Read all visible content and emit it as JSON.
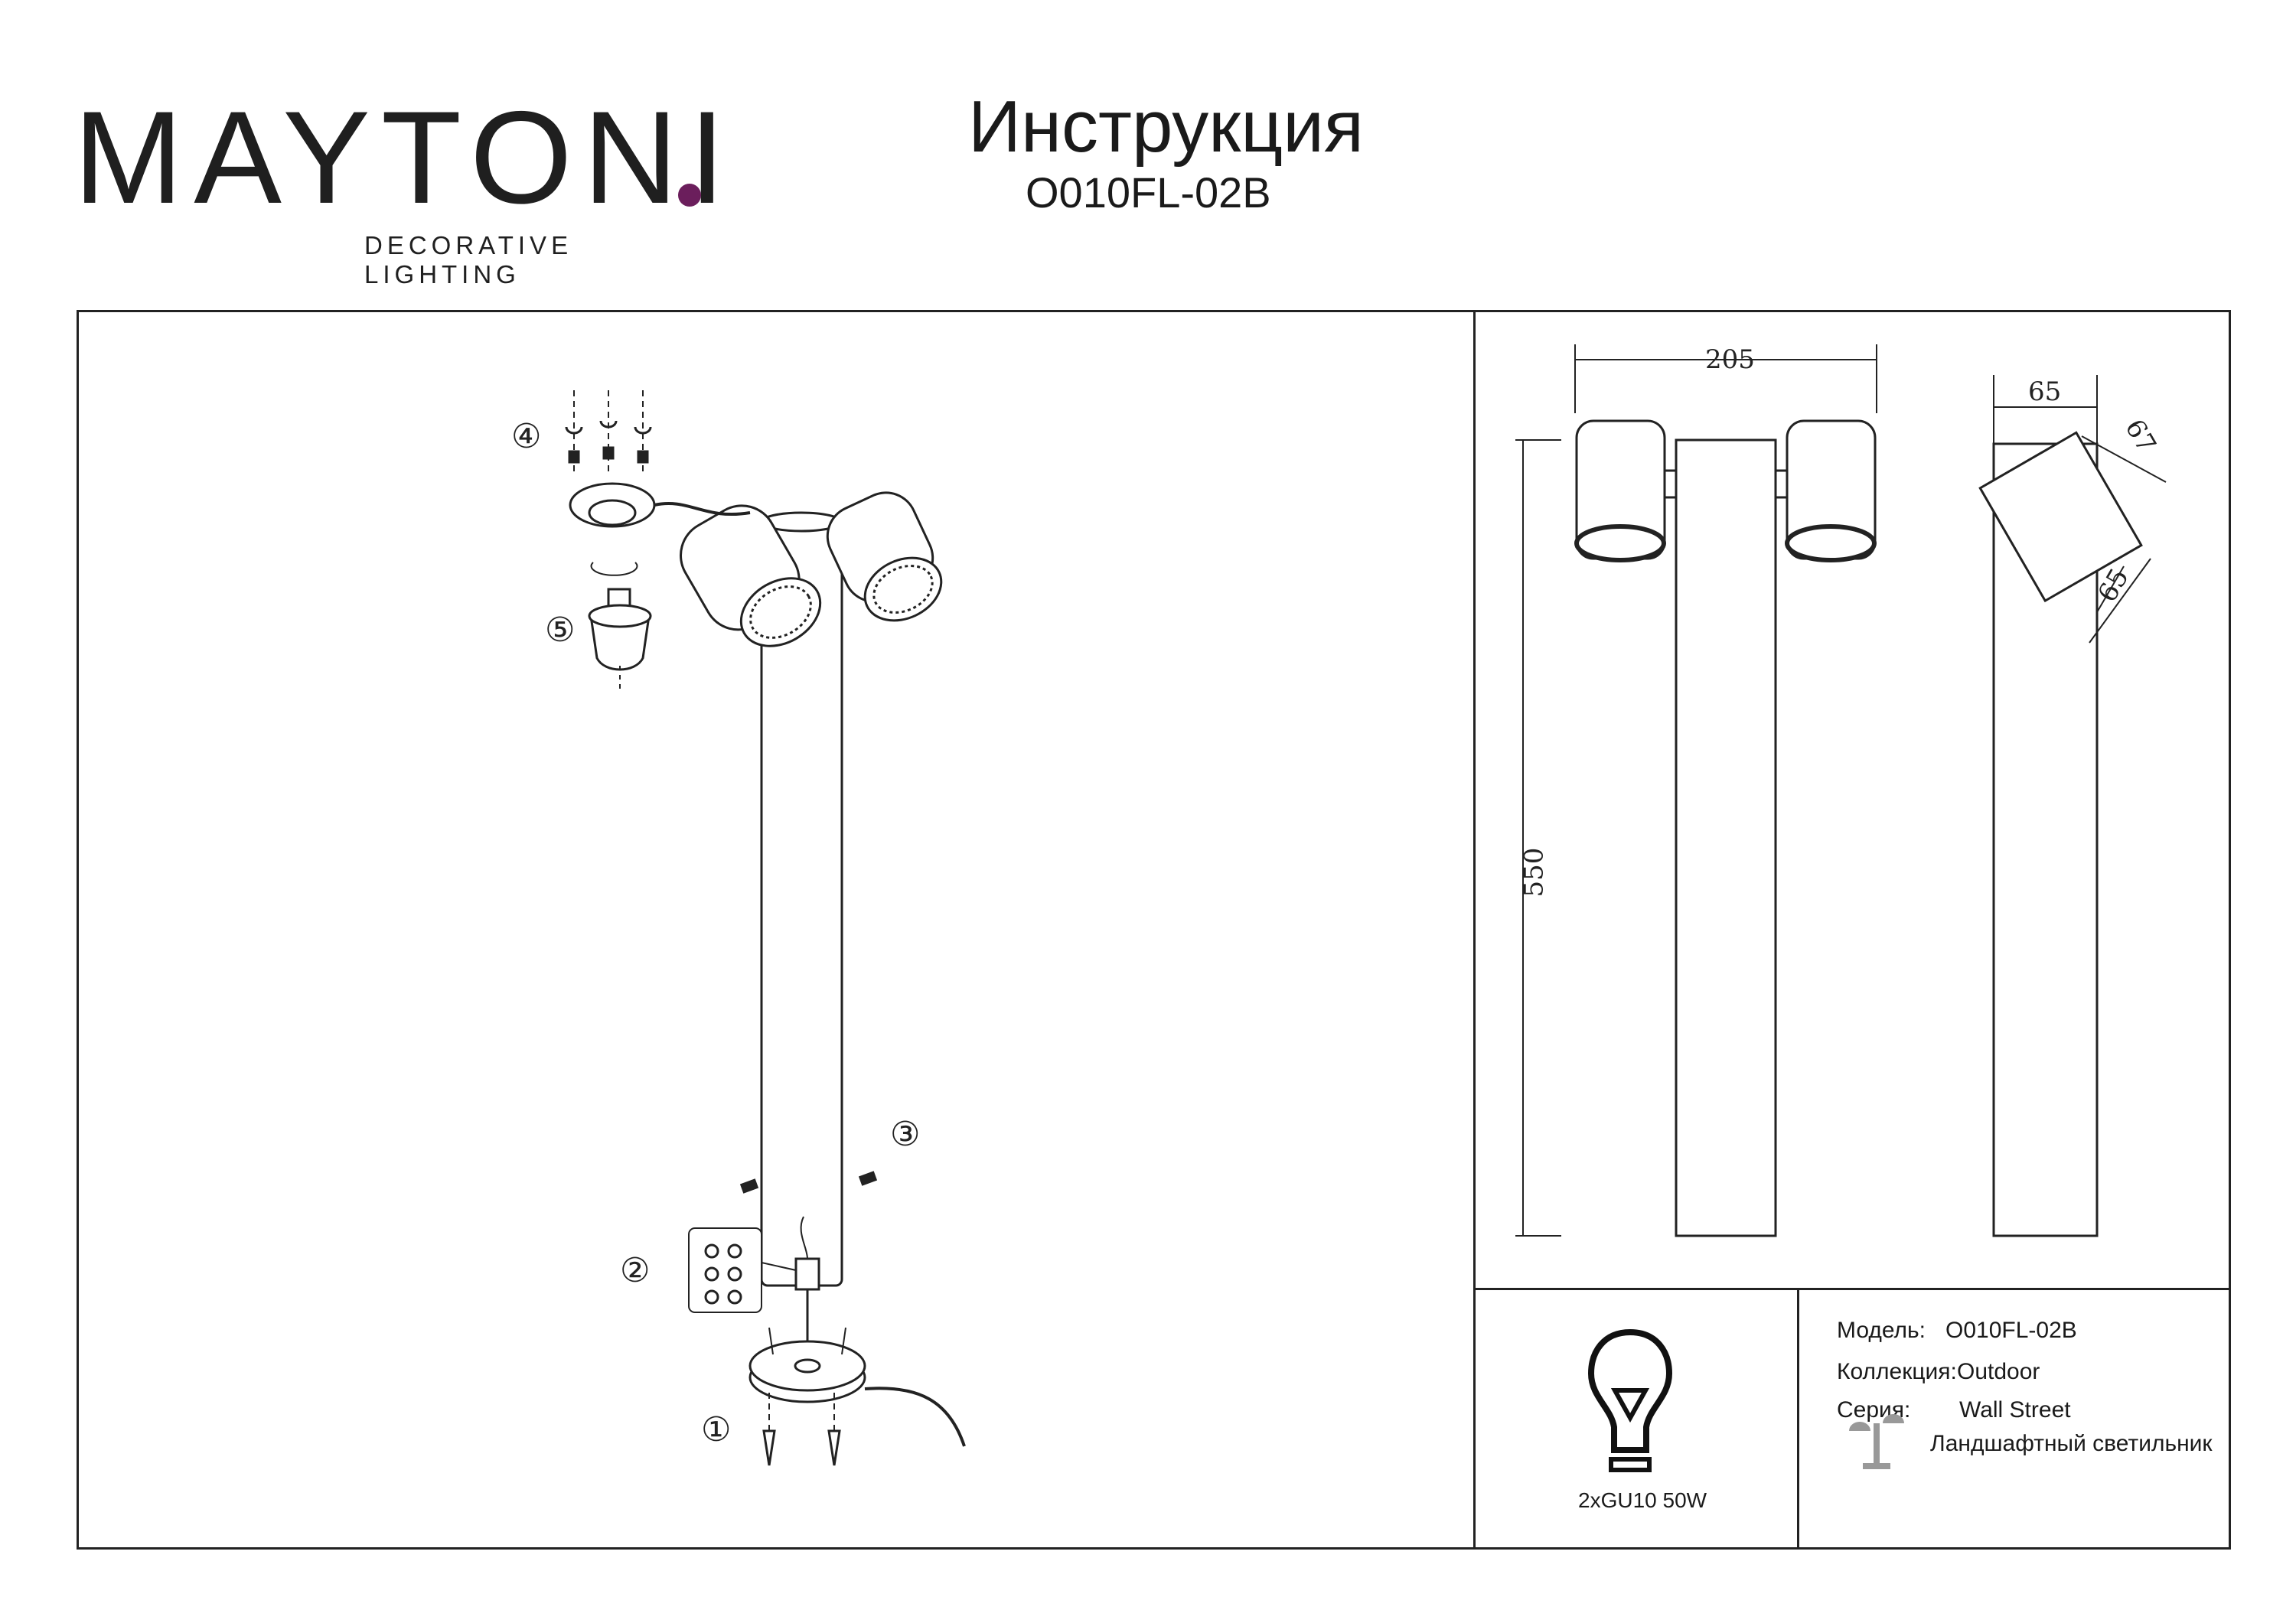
{
  "brand": {
    "name": "MAYTONI",
    "tagline": "DECORATIVE LIGHTING",
    "accent_color": "#6b1e5c"
  },
  "header": {
    "title": "Инструкция",
    "model_code": "O010FL-02B"
  },
  "assembly": {
    "steps": [
      "①",
      "②",
      "③",
      "④",
      "⑤"
    ]
  },
  "dimensions": {
    "width": "205",
    "height": "550",
    "depth": "65",
    "head_diag": "67",
    "head_depth": "65"
  },
  "lamp": {
    "spec": "2xGU10 50W",
    "icon": "bulb-icon"
  },
  "product_info": {
    "model_label": "Модель:",
    "model_value": "O010FL-02B",
    "collection_label": "Коллекция:",
    "collection_value": "Outdoor",
    "series_label": "Серия:",
    "series_value": "Wall Street",
    "type_value": "Ландшафтный светильник",
    "type_icon": "landscape-lamp-icon"
  }
}
